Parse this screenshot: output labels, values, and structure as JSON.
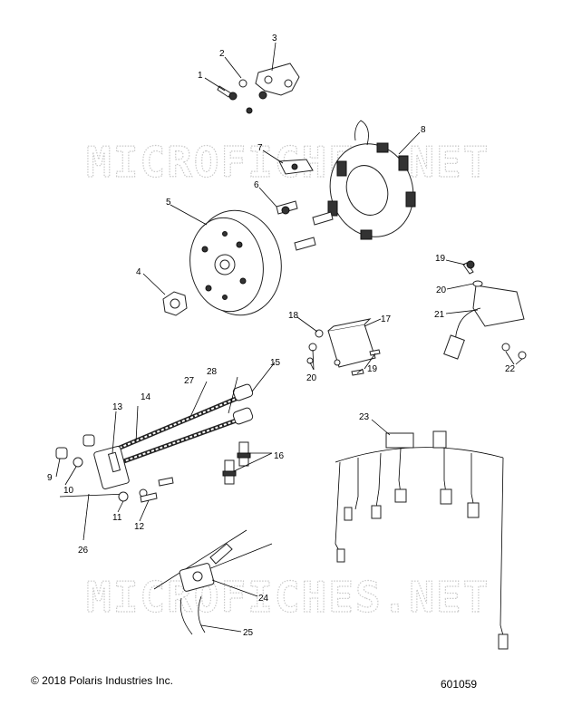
{
  "watermark": "MICROFICHES.NET",
  "footer": {
    "copyright": "© 2018 Polaris Industries Inc.",
    "figure_number": "601059"
  },
  "callouts": [
    "1",
    "2",
    "3",
    "4",
    "5",
    "6",
    "7",
    "8",
    "9",
    "10",
    "11",
    "12",
    "13",
    "14",
    "15",
    "16",
    "17",
    "18",
    "19",
    "19",
    "20",
    "20",
    "21",
    "22",
    "23",
    "24",
    "25",
    "26",
    "27",
    "28"
  ]
}
